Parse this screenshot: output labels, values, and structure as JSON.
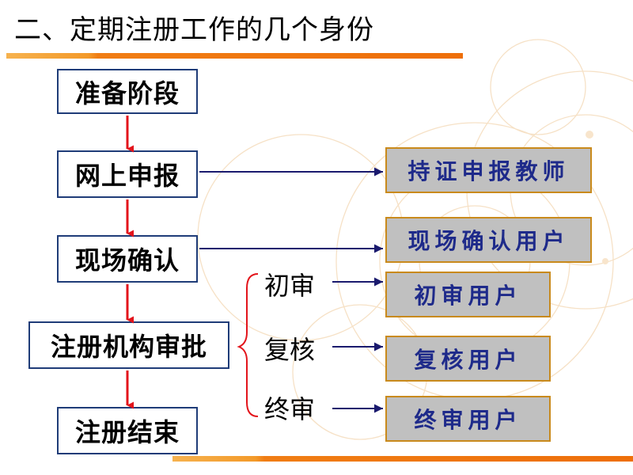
{
  "title": "二、定期注册工作的几个身份",
  "steps": [
    "准备阶段",
    "网上申报",
    "现场确认",
    "注册机构审批",
    "注册结束"
  ],
  "review_stages": [
    "初审",
    "复核",
    "终审"
  ],
  "roles": [
    "持证申报教师",
    "现场确认用户",
    "初审用户",
    "复核用户",
    "终审用户"
  ],
  "colors": {
    "step_border": "#1f3c78",
    "flow_arrow": "#e3141b",
    "connector_arrow": "#1a1a6e",
    "role_fill": "#c0c0c0",
    "role_border": "#c98a1c",
    "role_text": "#1e2a8a",
    "accent_bar": "#ee6f0a"
  }
}
